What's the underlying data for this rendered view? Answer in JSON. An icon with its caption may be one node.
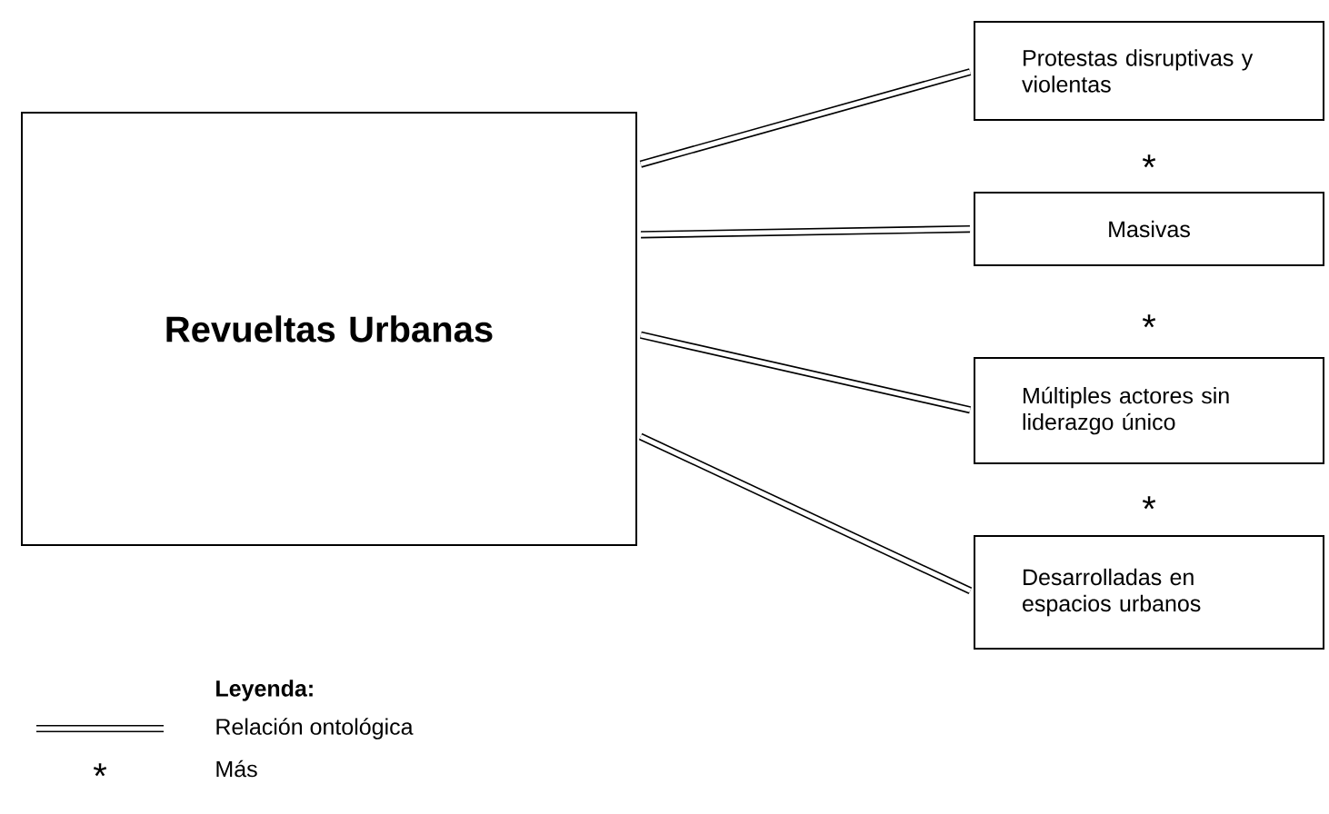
{
  "diagram": {
    "nodes": [
      {
        "text": [
          "Revueltas Urbanas"
        ]
      },
      {
        "text": [
          "Protestas disruptivas y violentas"
        ]
      },
      {
        "text": [
          "Masivas"
        ]
      },
      {
        "text": [
          "Múltiples actores sin liderazgo único"
        ]
      },
      {
        "text": [
          "Desarrolladas en espacios urbanos"
        ]
      }
    ],
    "edges": [
      {
        "from": 0,
        "to": 1,
        "arrow": "none"
      },
      {
        "from": 0,
        "to": 2,
        "arrow": "none"
      },
      {
        "from": 0,
        "to": 3,
        "arrow": "none"
      },
      {
        "from": 0,
        "to": 4,
        "arrow": "none"
      }
    ],
    "labels": [
      "*",
      "*",
      "*",
      "Leyenda:",
      "*"
    ],
    "legend": [
      {
        "text": "Relación ontológica"
      },
      {
        "text": "Más"
      }
    ]
  }
}
